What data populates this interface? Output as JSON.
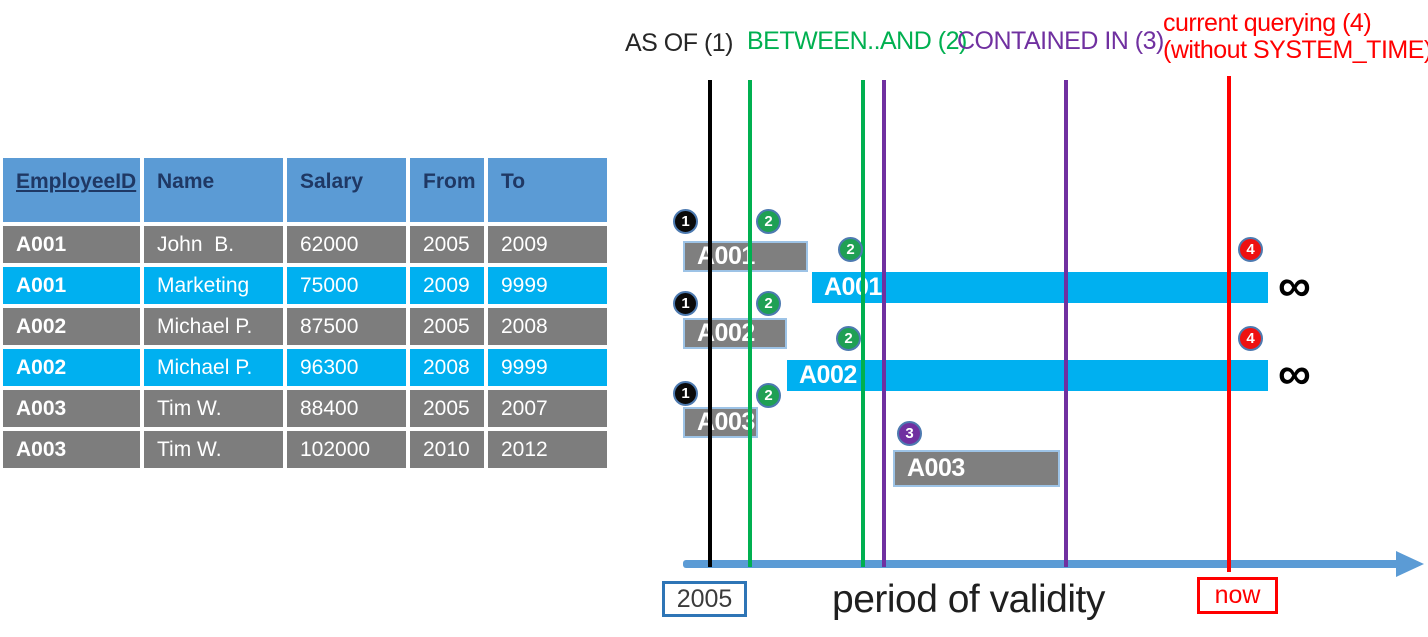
{
  "colors": {
    "text-dark": "#262626",
    "header-blue": "#5B9BD5",
    "header-text": "#1F3864",
    "row-gray": "#7D7D7D",
    "row-cyan": "#00B0F0",
    "bar-gray": "#7F7F7F",
    "bar-blue": "#00B0F0",
    "bar-border": "#9DC3E6",
    "line-black": "#000000",
    "line-green": "#00B050",
    "line-purple": "#7030A0",
    "line-red": "#FF0000",
    "badge-black": "#0A0A0A",
    "badge-green": "#1FA054",
    "badge-purple": "#7030A0",
    "badge-red": "#EE1111",
    "badge-ring": "#4D7AB0",
    "axis-blue": "#5B9BD5",
    "box2005-border": "#2E75B6"
  },
  "legend": {
    "as_of": "AS OF (1)",
    "between_and": "BETWEEN..AND (2)",
    "contained_in": "CONTAINED IN (3)",
    "current_querying_line1": "current querying (4)",
    "current_querying_line2": "(without SYSTEM_TIME)"
  },
  "table": {
    "headers": [
      "EmployeeID",
      "Name",
      "Salary",
      "From",
      "To"
    ],
    "rows": [
      {
        "employee_id": "A001",
        "name": "John  B.",
        "salary": "62000",
        "from": "2005",
        "to": "2009"
      },
      {
        "employee_id": "A001",
        "name": "Marketing",
        "salary": "75000",
        "from": "2009",
        "to": "9999"
      },
      {
        "employee_id": "A002",
        "name": "Michael P.",
        "salary": "87500",
        "from": "2005",
        "to": "2008"
      },
      {
        "employee_id": "A002",
        "name": "Michael P.",
        "salary": "96300",
        "from": "2008",
        "to": "9999"
      },
      {
        "employee_id": "A003",
        "name": "Tim W.",
        "salary": "88400",
        "from": "2005",
        "to": "2007"
      },
      {
        "employee_id": "A003",
        "name": "Tim W.",
        "salary": "102000",
        "from": "2010",
        "to": "2012"
      }
    ]
  },
  "timeline": {
    "bars": [
      {
        "label": "A001"
      },
      {
        "label": "A001"
      },
      {
        "label": "A002"
      },
      {
        "label": "A002"
      },
      {
        "label": "A003"
      },
      {
        "label": "A003"
      }
    ],
    "badges": [
      "1",
      "2",
      "2",
      "1",
      "2",
      "2",
      "1",
      "2",
      "3",
      "4",
      "4"
    ],
    "infinity": "∞",
    "axis": {
      "start": "2005",
      "label": "period of validity",
      "now": "now"
    }
  }
}
